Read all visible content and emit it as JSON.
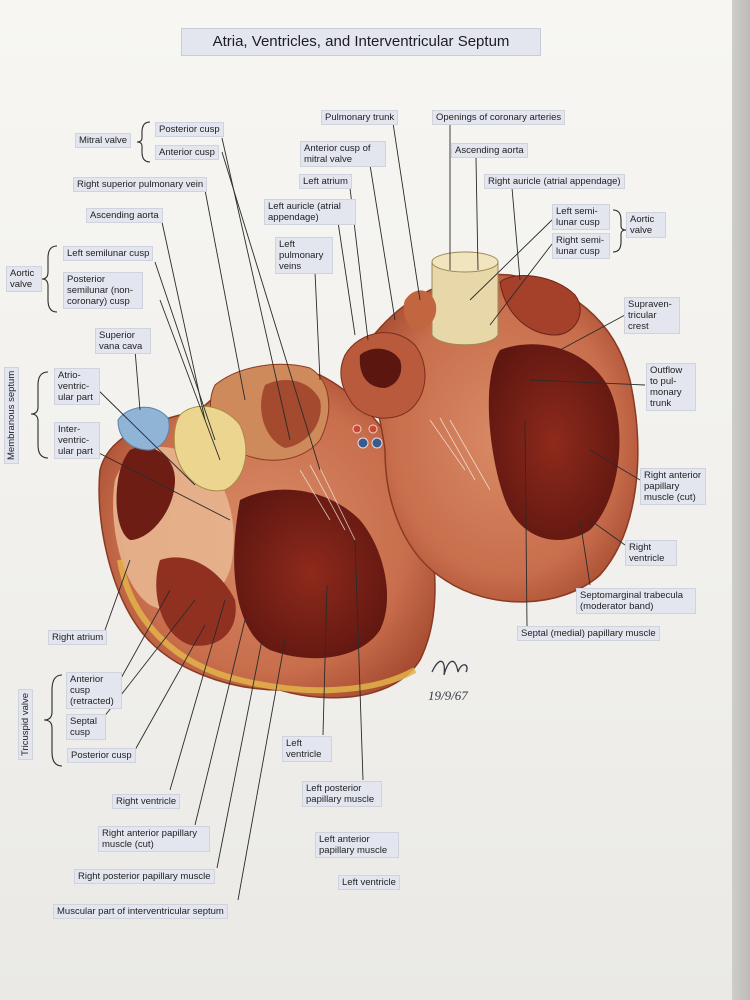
{
  "title": "Atria, Ventricles, and Interventricular Septum",
  "labels": {
    "mitral_valve": "Mitral valve",
    "posterior_cusp_top": "Posterior cusp",
    "anterior_cusp_top": "Anterior cusp",
    "right_superior_pulmonary_vein": "Right superior pulmonary vein",
    "ascending_aorta_left": "Ascending aorta",
    "left_semilunar_cusp": "Left semilunar cusp",
    "posterior_semilunar_cusp": "Posterior semilunar (non-coronary) cusp",
    "aortic_valve_left": "Aortic valve",
    "superior_vena_cava": "Superior vana cava",
    "membranous_septum": "Membranous septum",
    "atrioventricular_part": "Atrio-ventric-ular part",
    "interventricular_part": "Inter-ventric-ular part",
    "pulmonary_trunk": "Pulmonary trunk",
    "openings_coronary": "Openings of coronary arteries",
    "anterior_cusp_mitral": "Anterior cusp of mitral valve",
    "ascending_aorta_right": "Ascending aorta",
    "left_atrium": "Left atrium",
    "right_auricle": "Right auricle (atrial appendage)",
    "left_auricle": "Left auricle (atrial appendage)",
    "left_semilunar_cusp_right": "Left semi-lunar cusp",
    "right_semilunar_cusp": "Right semi-lunar cusp",
    "aortic_valve_right": "Aortic valve",
    "left_pulmonary_veins": "Left pulmonary veins",
    "supraventricular_crest": "Supraven-tricular crest",
    "outflow": "Outflow to pul-monary trunk",
    "right_anterior_papillary_right": "Right anterior papillary muscle (cut)",
    "right_ventricle_right": "Right ventricle",
    "septomarginal": "Septomarginal trabecula (moderator band)",
    "septal_papillary": "Septal (medial) papillary muscle",
    "right_atrium": "Right atrium",
    "tricuspid_valve": "Tricuspid valve",
    "anterior_cusp_retracted": "Anterior cusp (retracted)",
    "septal_cusp": "Septal cusp",
    "posterior_cusp_bottom": "Posterior cusp",
    "left_ventricle_mid": "Left ventricle",
    "right_ventricle_bottom": "Right ventricle",
    "left_posterior_papillary": "Left posterior papillary muscle",
    "right_anterior_papillary_bottom": "Right anterior papillary muscle (cut)",
    "left_anterior_papillary": "Left anterior papillary muscle",
    "right_posterior_papillary": "Right posterior papillary muscle",
    "left_ventricle_bottom": "Left ventricle",
    "muscular_septum": "Muscular part of interventricular septum"
  },
  "signature": "Mche 19/9/67"
}
